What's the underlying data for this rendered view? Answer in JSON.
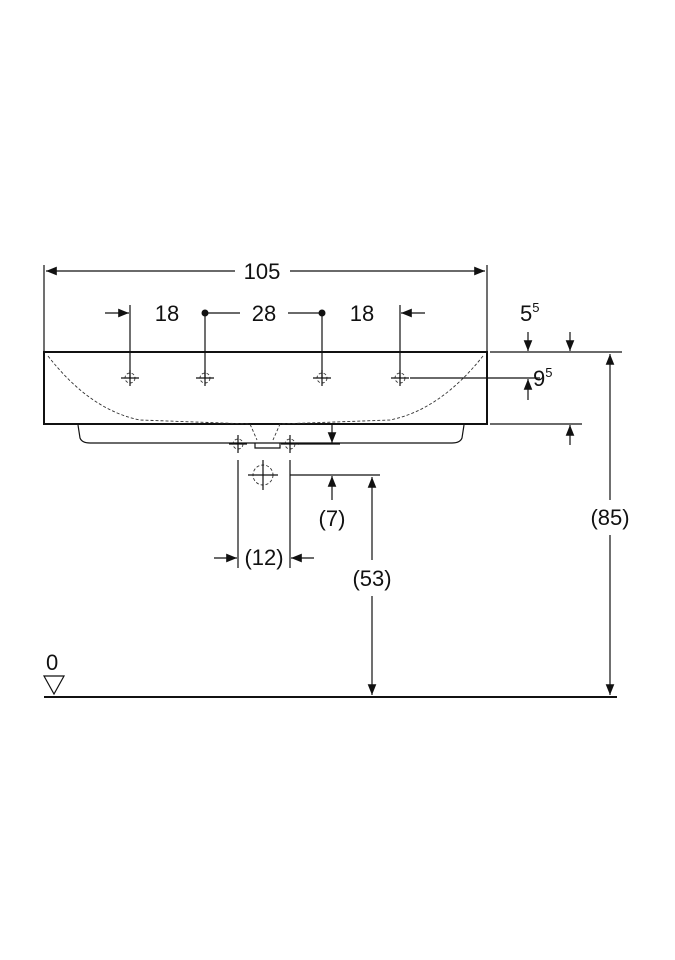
{
  "drawing": {
    "overall_width": "105",
    "tap_spacing_left": "18",
    "tap_spacing_middle": "28",
    "tap_spacing_right": "18",
    "rim_offset": {
      "base": "5",
      "sup": "5"
    },
    "rim_height": {
      "base": "9",
      "sup": "5"
    },
    "total_height": "(85)",
    "supply_offset": "(7)",
    "supply_spacing": "(12)",
    "waste_height": "(53)",
    "floor_level": "0",
    "line_color": "#111111"
  }
}
